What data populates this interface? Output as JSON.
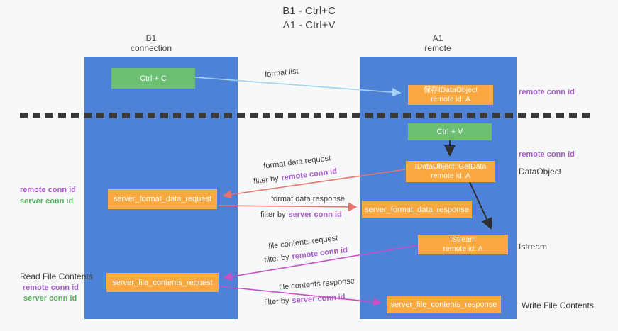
{
  "colors": {
    "bg": "#f7f8fa",
    "lane": "#4e82d6",
    "green": "#6cbe72",
    "orange": "#f9a93f",
    "red": "#e8736c",
    "magenta": "#c84fc4",
    "purple": "#a85bc9",
    "label-green": "#56b45c",
    "lightblue": "#a3d1f0",
    "dark": "#3a3a3a"
  },
  "title": {
    "line1": "B1 - Ctrl+C",
    "line2": "A1 - Ctrl+V"
  },
  "lanes": {
    "left": {
      "name": "B1",
      "role": "connection"
    },
    "right": {
      "name": "A1",
      "role": "remote"
    }
  },
  "boxes": {
    "ctrl_c": "Ctrl + C",
    "ctrl_v": "Ctrl + V",
    "save_idataobject": {
      "line1": "保存IDataObject",
      "line2": "remote id: A"
    },
    "getdata": {
      "line1": "IDataObject::GetData",
      "line2": "remote id: A"
    },
    "istream": {
      "line1": "IStream",
      "line2": "remote id: A"
    },
    "format_request": "server_format_data_request",
    "format_response": "server_format_data_response",
    "file_request": "server_file_contents_request",
    "file_response": "server_file_contents_response"
  },
  "conn_labels": {
    "remote": "remote conn id",
    "server": "server conn id"
  },
  "flow_labels": {
    "format_list": "format list",
    "format_data_request": "format data request",
    "format_data_response": "format data response",
    "file_contents_request": "file contents request",
    "file_contents_response": "file contents response",
    "filter_by": "filter by"
  },
  "side_labels": {
    "dataobject": "DataObject",
    "istream": "Istream",
    "read_file_contents": "Read File Contents",
    "write_file_contents": "Write File Contents"
  }
}
